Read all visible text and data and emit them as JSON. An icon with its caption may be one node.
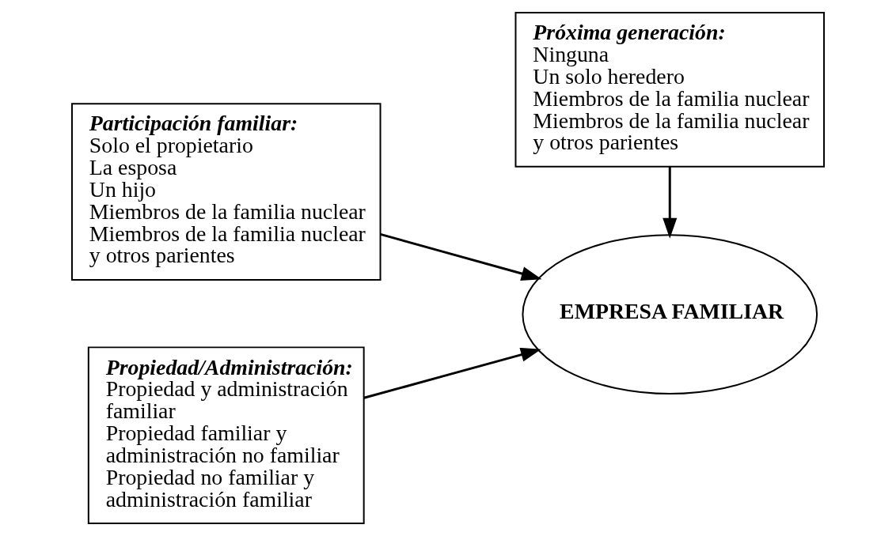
{
  "diagram": {
    "nodes": [
      {
        "text": [
          "Participación familiar:",
          "Solo el propietario",
          "La esposa",
          "Un hijo",
          "Miembros de la familia nuclear",
          "Miembros de la familia nuclear y otros parientes"
        ]
      },
      {
        "text": [
          "EMPRESA FAMILIAR"
        ]
      },
      {
        "text": [
          "Propiedad/Administración:",
          "Propiedad y administración familiar",
          "Propiedad familiar y administración no familiar",
          "Propiedad no familiar y administración familiar"
        ]
      },
      {
        "text": [
          "Próxima generación:",
          "Ninguna",
          "Un solo heredero",
          "Miembros de la familia nuclear",
          "Miembros de la familia nuclear y otros parientes"
        ]
      }
    ],
    "edges": [
      {
        "from": 0,
        "to": 1,
        "arrow": "to"
      },
      {
        "from": 2,
        "to": 1,
        "arrow": "to"
      },
      {
        "from": 3,
        "to": 1,
        "arrow": "to"
      }
    ]
  }
}
